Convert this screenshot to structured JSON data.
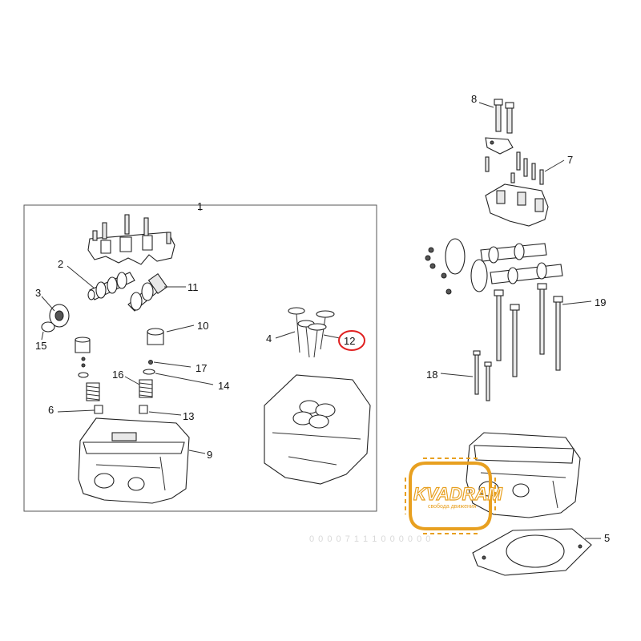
{
  "callouts": {
    "c1": "1",
    "c2": "2",
    "c3": "3",
    "c4": "4",
    "c5": "5",
    "c6": "6",
    "c7": "7",
    "c8": "8",
    "c9": "9",
    "c10": "10",
    "c11": "11",
    "c12": "12",
    "c13": "13",
    "c14": "14",
    "c15": "15",
    "c16": "16",
    "c17": "17",
    "c18": "18",
    "c19": "19"
  },
  "highlight": {
    "callout": "12",
    "color": "#e02020"
  },
  "watermark": {
    "brand": "KVADRAM",
    "tagline": "свобода движения",
    "color": "#e8a020"
  },
  "footer_code": "0 0 0 0 7 1 1 1 0 0 0 0 0 0"
}
